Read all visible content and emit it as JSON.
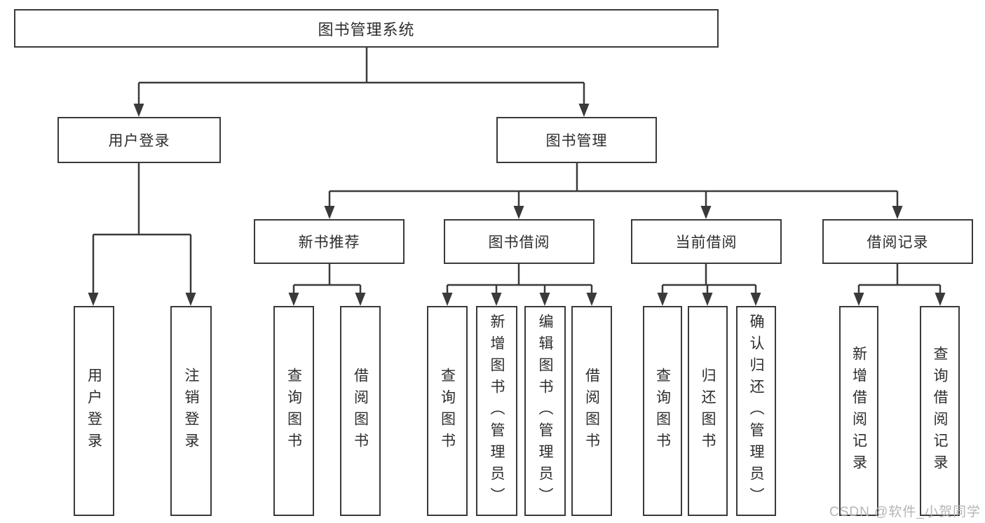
{
  "diagram": {
    "root": "图书管理系统",
    "branches": {
      "user_login": {
        "label": "用户登录",
        "children": [
          "用户登录",
          "注销登录"
        ]
      },
      "book_mgmt": {
        "label": "图书管理",
        "children": {
          "new_book_recommend": {
            "label": "新书推荐",
            "children": [
              "查询图书",
              "借阅图书"
            ]
          },
          "book_borrow": {
            "label": "图书借阅",
            "children": [
              "查询图书",
              "新增图书（管理员）",
              "编辑图书（管理员）",
              "借阅图书"
            ]
          },
          "current_borrow": {
            "label": "当前借阅",
            "children": [
              "查询图书",
              "归还图书",
              "确认归还（管理员）"
            ]
          },
          "borrow_records": {
            "label": "借阅记录",
            "children": [
              "新增借阅记录",
              "查询借阅记录"
            ]
          }
        }
      }
    }
  },
  "watermark": "CSDN @软件_小贺同学"
}
